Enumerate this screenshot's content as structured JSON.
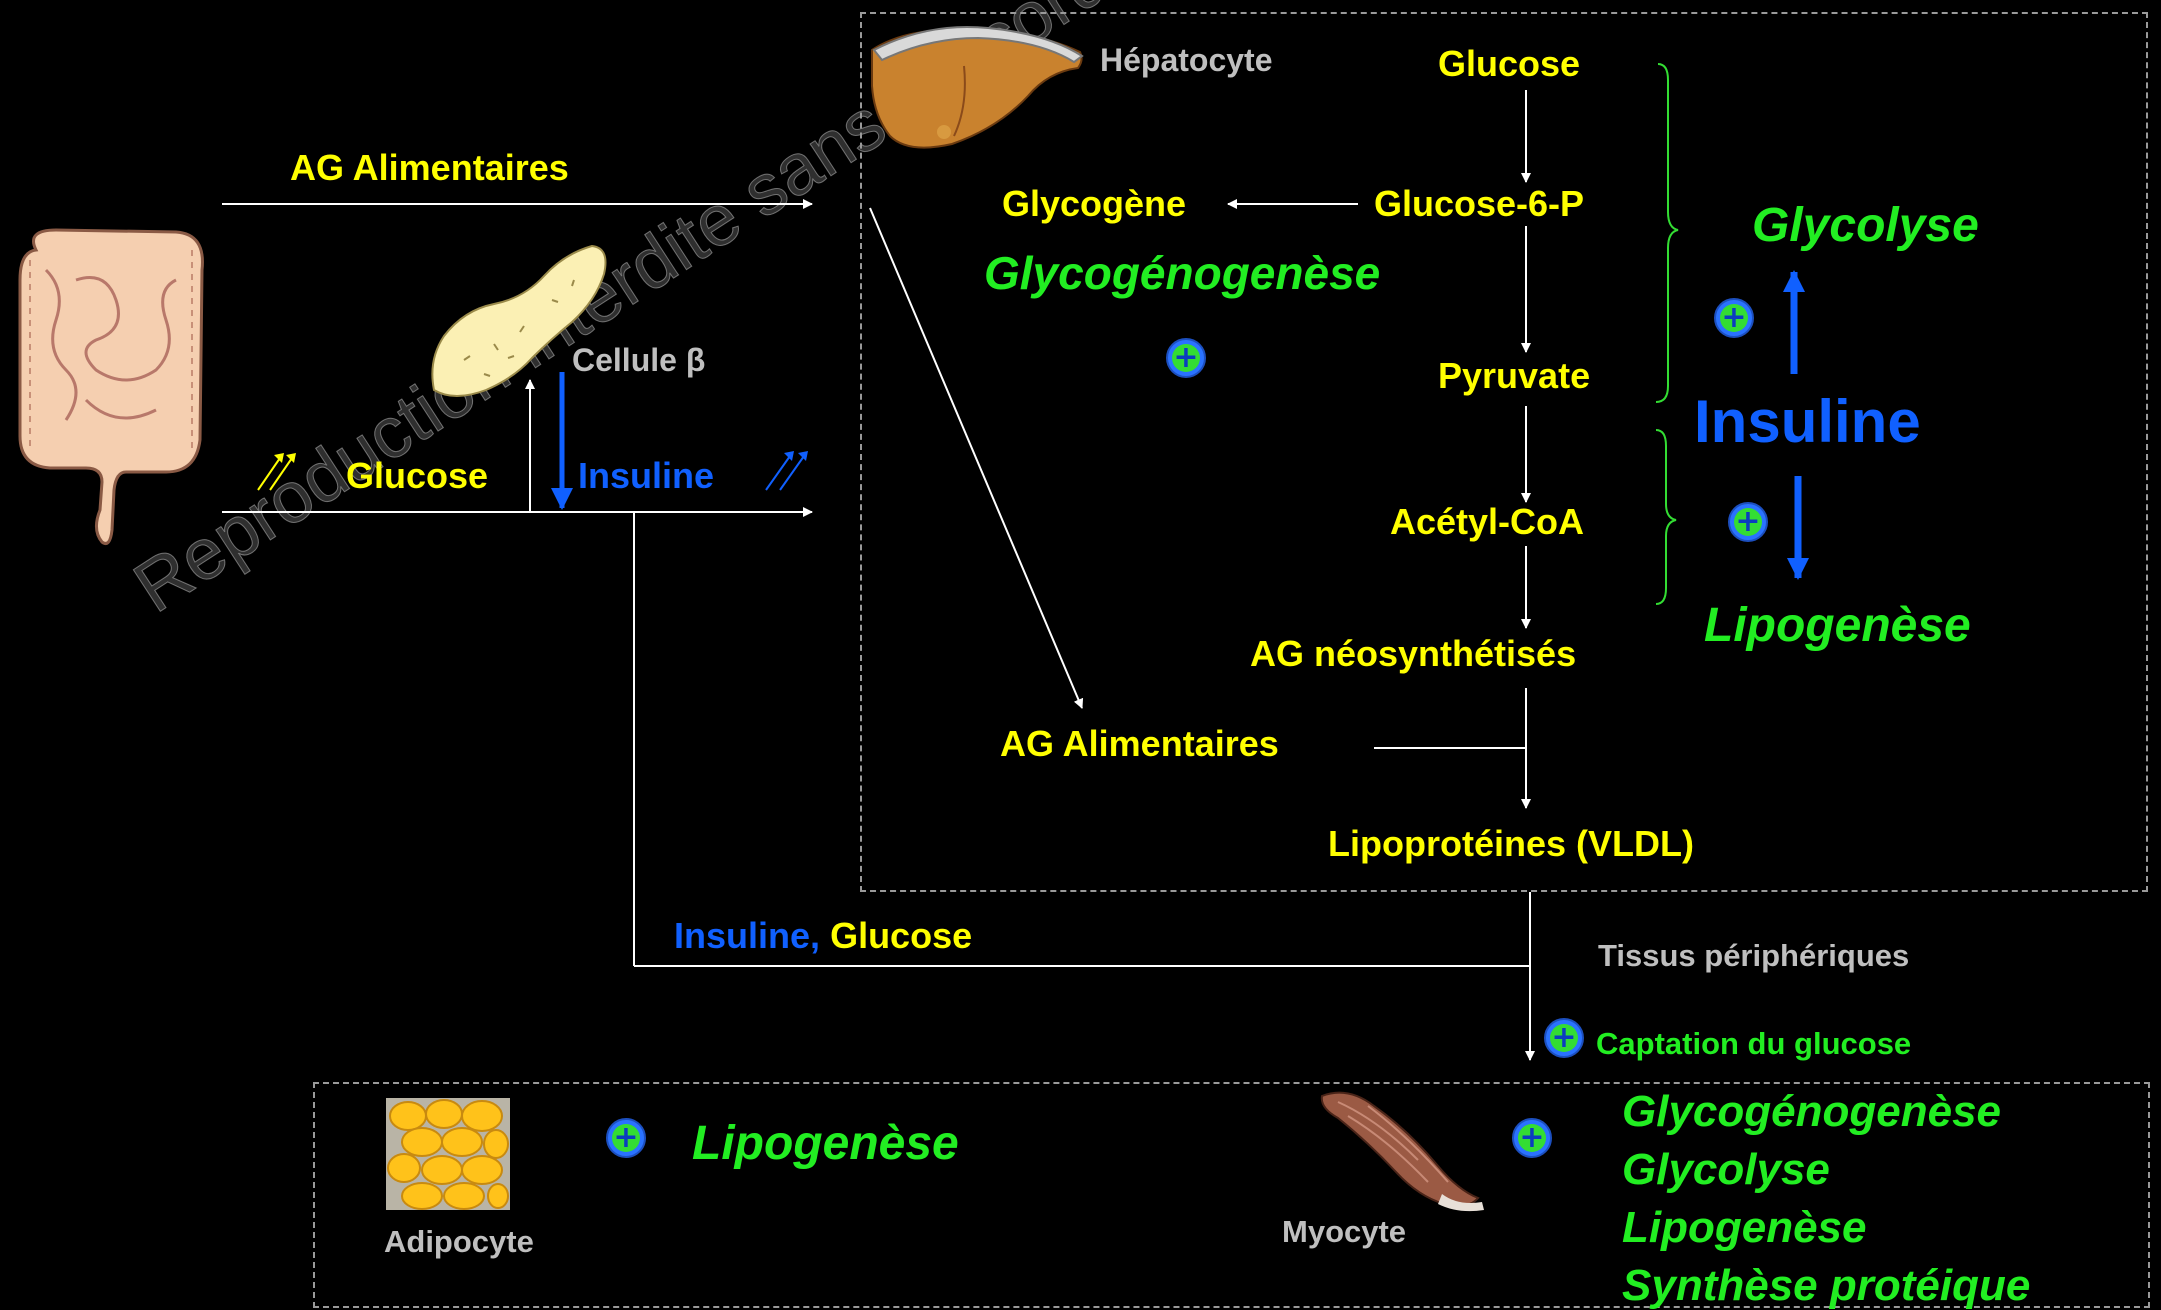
{
  "left": {
    "ag_alimentaires": "AG Alimentaires",
    "glucose": "Glucose",
    "insuline": "Insuline",
    "cellule_beta": "Cellule β",
    "insuline_glucose_insuline": "Insuline",
    "insuline_glucose_sep": ",",
    "insuline_glucose_glucose": "Glucose"
  },
  "liver": {
    "hepatocyte": "Hépatocyte",
    "glucose": "Glucose",
    "glucose6p": "Glucose-6-P",
    "glycogene": "Glycogène",
    "glycogenogenese": "Glycogénogenèse",
    "pyruvate": "Pyruvate",
    "acetylcoa": "Acétyl-CoA",
    "ag_neo": "AG néosynthétisés",
    "ag_alim": "AG Alimentaires",
    "vldl": "Lipoprotéines (VLDL)",
    "glycolyse": "Glycolyse",
    "insuline": "Insuline",
    "lipogenese": "Lipogenèse"
  },
  "periph": {
    "tissus": "Tissus périphériques",
    "captation": "Captation du glucose",
    "adipocyte": "Adipocyte",
    "lipogenese": "Lipogenèse",
    "myocyte": "Myocyte",
    "effects": [
      "Glycogénogenèse",
      "Glycolyse",
      "Lipogenèse",
      "Synthèse protéique"
    ]
  },
  "watermark": "Reproduction interdite  sans l'accord des auteurs - Faculté de Médecine - Université",
  "colors": {
    "yellow": "#FFFF00",
    "blue": "#1060FF",
    "green": "#22EE22",
    "gray": "#BFBFBF"
  },
  "icons": [
    "intestine-image",
    "pancreas-image",
    "liver-image",
    "adipocyte-image",
    "muscle-image",
    "plus-icon",
    "double-up-arrow-icon"
  ]
}
